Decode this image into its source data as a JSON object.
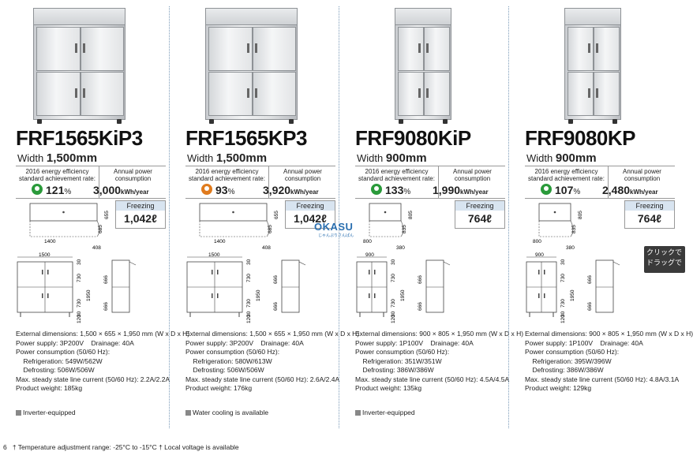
{
  "columns": [
    {
      "model": "FRF1565KiP3",
      "width_label": "Width",
      "width_value": "1,500mm",
      "energy_label": "2016 energy efficiency standard achievement rate:",
      "energy_pct": "121",
      "energy_unit": "%",
      "power_label": "Annual power consumption",
      "power_value": "3,000",
      "power_unit": "kWh/year",
      "freeze_label": "Freezing",
      "freeze_value": "1,042ℓ",
      "dims": {
        "depth": "655",
        "d2": "685",
        "swing": "1400",
        "bottom": "408",
        "w": "1500",
        "h": "1950",
        "h1": "730",
        "h2": "730",
        "side1": "666",
        "side2": "666",
        "base": "120",
        "t1": "30",
        "t2": "30"
      },
      "specs": "External dimensions: 1,500 × 655 × 1,950 mm (W x D x H)\nPower supply: 3P200V    Drainage: 40A\nPower consumption (50/60 Hz):\n    Refrigeration: 549W/562W\n    Defrosting: 506W/506W\nMax. steady state line current (50/60 Hz): 2.2A/2.2A\nProduct weight: 185kg",
      "note": "Inverter-equipped",
      "leaf_color": "#2a9a3a"
    },
    {
      "model": "FRF1565KP3",
      "width_label": "Width",
      "width_value": "1,500mm",
      "energy_label": "2016 energy efficiency standard achievement rate:",
      "energy_pct": "93",
      "energy_unit": "%",
      "power_label": "Annual power consumption",
      "power_value": "3,920",
      "power_unit": "kWh/year",
      "freeze_label": "Freezing",
      "freeze_value": "1,042ℓ",
      "dims": {
        "depth": "655",
        "d2": "685",
        "swing": "1400",
        "bottom": "408",
        "w": "1500",
        "h": "1950",
        "h1": "730",
        "h2": "730",
        "side1": "666",
        "side2": "666",
        "base": "120",
        "t1": "30",
        "t2": "30"
      },
      "specs": "External dimensions: 1,500 × 655 × 1,950 mm (W x D x H)\nPower supply: 3P200V    Drainage: 40A\nPower consumption (50/60 Hz):\n    Refrigeration: 580W/613W\n    Defrosting: 506W/506W\nMax. steady state line current (50/60 Hz): 2.6A/2.4A\nProduct weight: 176kg",
      "note": "Water cooling is available",
      "leaf_color": "#e07b1d"
    },
    {
      "model": "FRF9080KiP",
      "width_label": "Width",
      "width_value": "900mm",
      "energy_label": "2016 energy efficiency standard achievement rate:",
      "energy_pct": "133",
      "energy_unit": "%",
      "power_label": "Annual power consumption",
      "power_value": "1,990",
      "power_unit": "kWh/year",
      "freeze_label": "Freezing",
      "freeze_value": "764ℓ",
      "dims": {
        "depth": "805",
        "d2": "835",
        "swing": "800",
        "bottom": "380",
        "w": "900",
        "h": "1950",
        "h1": "730",
        "h2": "730",
        "side1": "666",
        "side2": "666",
        "base": "120",
        "t1": "30",
        "t2": "30"
      },
      "specs": "External dimensions: 900 × 805 × 1,950 mm (W x D x H)\nPower supply: 1P100V    Drainage: 40A\nPower consumption (50/60 Hz):\n    Refrigeration: 351W/351W\n    Defrosting: 386W/386W\nMax. steady state line current (50/60 Hz): 4.5A/4.5A\nProduct weight: 135kg",
      "note": "Inverter-equipped",
      "leaf_color": "#2a9a3a"
    },
    {
      "model": "FRF9080KP",
      "width_label": "Width",
      "width_value": "900mm",
      "energy_label": "2016 energy efficiency standard achievement rate:",
      "energy_pct": "107",
      "energy_unit": "%",
      "power_label": "Annual power consumption",
      "power_value": "2,480",
      "power_unit": "kWh/year",
      "freeze_label": "Freezing",
      "freeze_value": "764ℓ",
      "dims": {
        "depth": "805",
        "d2": "835",
        "swing": "800",
        "bottom": "380",
        "w": "900",
        "h": "1950",
        "h1": "730",
        "h2": "730",
        "side1": "666",
        "side2": "666",
        "base": "120",
        "t1": "30",
        "t2": "30"
      },
      "specs": "External dimensions: 900 × 805 × 1,950 mm (W x D x H)\nPower supply: 1P100V    Drainage: 40A\nPower consumption (50/60 Hz):\n    Refrigeration: 395W/396W\n    Defrosting: 386W/386W\nMax. steady state line current (50/60 Hz): 4.8A/3.1A\nProduct weight: 129kg",
      "note": "",
      "leaf_color": "#2a9a3a"
    }
  ],
  "footer": "† Temperature adjustment range: -25°C to -15°C    † Local voltage is available",
  "page_mark": "6",
  "watermark": {
    "brand": "OKASU",
    "sub": "じゃんぷりさんぱん"
  },
  "tooltip": "クリックで\nドラッグで"
}
